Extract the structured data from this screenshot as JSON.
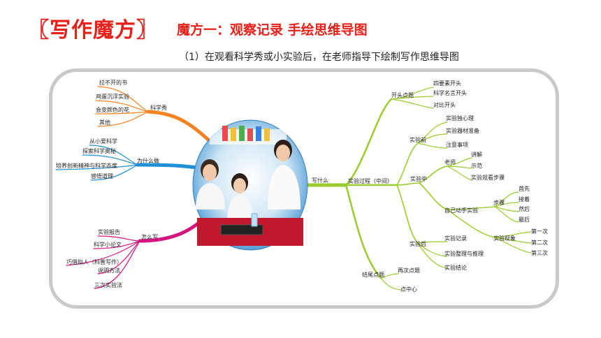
{
  "header": {
    "title": "〖写作魔方〗",
    "subtitle": "魔方一：观察记录  手绘思维导图",
    "instruction": "（1）在观看科学秀或小实验后，在老师指导下绘制写作思维导图"
  },
  "colors": {
    "title_red": "#e8201a",
    "branch_orange": "#f58220",
    "branch_blue": "#1f8fd6",
    "branch_magenta": "#d4147f",
    "branch_green": "#9bcb2c",
    "frame_gray": "#c9c9c9"
  },
  "mindmap": {
    "kexuexiu": {
      "label": "科学秀",
      "children": [
        "拉不开的书",
        "鸡蛋沉浮实验",
        "会变颜色的花",
        "其他"
      ]
    },
    "weishenme": {
      "label": "为什么做",
      "children": [
        "从小爱科学",
        "探索科学奥秘",
        "培养创新精神与科学态度",
        "感悟道理"
      ]
    },
    "zenmexie": {
      "label": "怎么写",
      "children": [
        "实验报告",
        "科学小论文",
        "巧借拟人（科普写作）",
        "说明方法",
        "三次实验法"
      ]
    },
    "xieshenme": {
      "label": "写什么",
      "kaitou": {
        "label": "开头点题",
        "children": [
          "四要素开头",
          "科学名言开头",
          "对比开头"
        ]
      },
      "guocheng": {
        "label": "实验过程（中间）",
        "qian": {
          "label": "实验前",
          "children": [
            "实验独心理",
            "实验器材准备",
            "注意事项"
          ]
        },
        "zhong": {
          "label": "实验中",
          "laoshi": {
            "label": "老师",
            "children": [
              "讲解",
              "示范",
              "实验观看步骤"
            ]
          },
          "ziji": {
            "label": "自己动手实验",
            "buzhou": {
              "label": "步骤",
              "children": [
                "首先",
                "接着",
                "然后",
                "最后"
              ]
            },
            "xianxiang": {
              "label": "实验现象",
              "children": [
                "第一次",
                "第二次",
                "第三次"
              ]
            }
          }
        },
        "hou": {
          "label": "实验后",
          "children": [
            "实验记录",
            "实验整理与推理",
            "实验结论"
          ]
        }
      },
      "jiewei": {
        "label": "结尾点题",
        "children": [
          "再次点题",
          "点中心"
        ]
      }
    }
  }
}
